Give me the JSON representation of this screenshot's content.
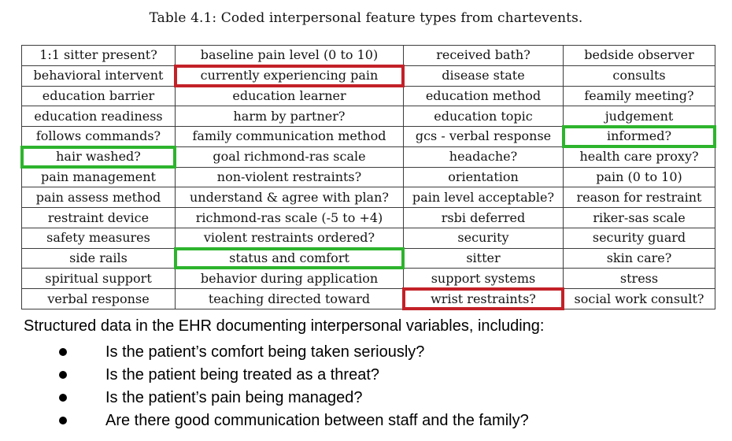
{
  "title": "Table 4.1: Coded interpersonal feature types from chartevents.",
  "colors": {
    "highlight_red": "#c32128",
    "highlight_green": "#2db42d"
  },
  "table": {
    "rows": [
      {
        "cells": [
          {
            "text": "1:1 sitter present?",
            "highlight": "none"
          },
          {
            "text": "baseline pain level (0 to 10)",
            "highlight": "none"
          },
          {
            "text": "received bath?",
            "highlight": "none"
          },
          {
            "text": "bedside observer",
            "highlight": "none"
          }
        ]
      },
      {
        "cells": [
          {
            "text": "behavioral intervent",
            "highlight": "none"
          },
          {
            "text": "currently experiencing pain",
            "highlight": "red"
          },
          {
            "text": "disease state",
            "highlight": "none"
          },
          {
            "text": "consults",
            "highlight": "none"
          }
        ]
      },
      {
        "cells": [
          {
            "text": "education barrier",
            "highlight": "none"
          },
          {
            "text": "education learner",
            "highlight": "none"
          },
          {
            "text": "education method",
            "highlight": "none"
          },
          {
            "text": "feamily meeting?",
            "highlight": "none"
          }
        ]
      },
      {
        "cells": [
          {
            "text": "education readiness",
            "highlight": "none"
          },
          {
            "text": "harm by partner?",
            "highlight": "none"
          },
          {
            "text": "education topic",
            "highlight": "none"
          },
          {
            "text": "judgement",
            "highlight": "none"
          }
        ]
      },
      {
        "cells": [
          {
            "text": "follows commands?",
            "highlight": "none"
          },
          {
            "text": "family communication method",
            "highlight": "none"
          },
          {
            "text": "gcs - verbal response",
            "highlight": "none"
          },
          {
            "text": "informed?",
            "highlight": "green"
          }
        ]
      },
      {
        "cells": [
          {
            "text": "hair washed?",
            "highlight": "green"
          },
          {
            "text": "goal richmond-ras scale",
            "highlight": "none"
          },
          {
            "text": "headache?",
            "highlight": "none"
          },
          {
            "text": "health care proxy?",
            "highlight": "none"
          }
        ]
      },
      {
        "cells": [
          {
            "text": "pain management",
            "highlight": "none"
          },
          {
            "text": "non-violent restraints?",
            "highlight": "none"
          },
          {
            "text": "orientation",
            "highlight": "none"
          },
          {
            "text": "pain (0 to 10)",
            "highlight": "none"
          }
        ]
      },
      {
        "cells": [
          {
            "text": "pain assess method",
            "highlight": "none"
          },
          {
            "text": "understand & agree with plan?",
            "highlight": "none"
          },
          {
            "text": "pain level acceptable?",
            "highlight": "none"
          },
          {
            "text": "reason for restraint",
            "highlight": "none"
          }
        ]
      },
      {
        "cells": [
          {
            "text": "restraint device",
            "highlight": "none"
          },
          {
            "text": "richmond-ras scale (-5 to +4)",
            "highlight": "none"
          },
          {
            "text": "rsbi deferred",
            "highlight": "none"
          },
          {
            "text": "riker-sas scale",
            "highlight": "none"
          }
        ]
      },
      {
        "cells": [
          {
            "text": "safety measures",
            "highlight": "none"
          },
          {
            "text": "violent restraints ordered?",
            "highlight": "none"
          },
          {
            "text": "security",
            "highlight": "none"
          },
          {
            "text": "security guard",
            "highlight": "none"
          }
        ]
      },
      {
        "cells": [
          {
            "text": "side rails",
            "highlight": "none"
          },
          {
            "text": "status and comfort",
            "highlight": "green"
          },
          {
            "text": "sitter",
            "highlight": "none"
          },
          {
            "text": "skin care?",
            "highlight": "none"
          }
        ]
      },
      {
        "cells": [
          {
            "text": "spiritual support",
            "highlight": "none"
          },
          {
            "text": "behavior during application",
            "highlight": "none"
          },
          {
            "text": "support systems",
            "highlight": "none"
          },
          {
            "text": "stress",
            "highlight": "none"
          }
        ]
      },
      {
        "cells": [
          {
            "text": "verbal response",
            "highlight": "none"
          },
          {
            "text": "teaching directed toward",
            "highlight": "none"
          },
          {
            "text": "wrist restraints?",
            "highlight": "red"
          },
          {
            "text": "social work consult?",
            "highlight": "none"
          }
        ]
      }
    ]
  },
  "caption": {
    "heading": "Structured data in the EHR documenting interpersonal variables, including:",
    "bullets": [
      "Is the patient’s comfort being taken seriously?",
      "Is the patient being treated as a threat?",
      "Is the patient’s pain being managed?",
      "Are there good communication between staff and the family?"
    ]
  }
}
